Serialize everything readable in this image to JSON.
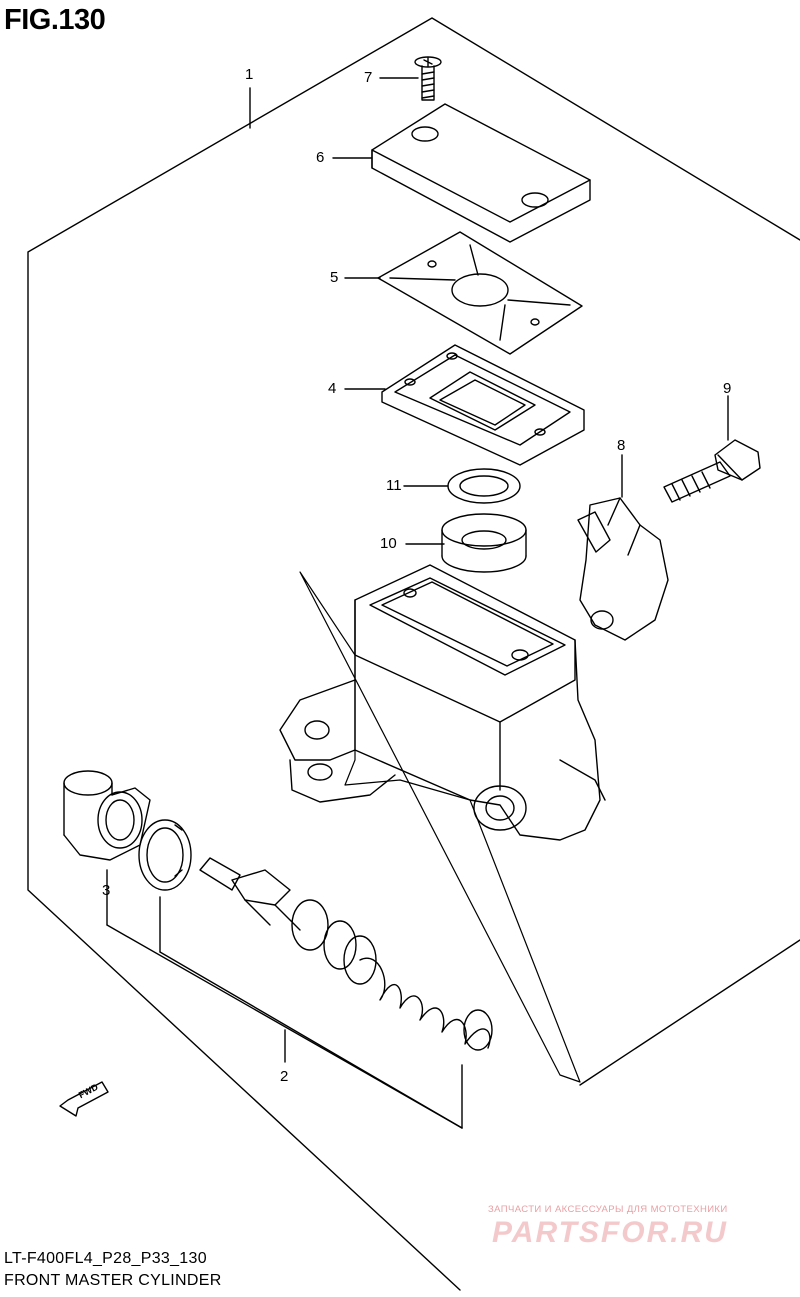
{
  "figure": {
    "title": "FIG.130",
    "model_code": "LT-F400FL4_P28_P33_130",
    "caption": "FRONT MASTER CYLINDER"
  },
  "callouts": [
    {
      "id": "1",
      "label": "1"
    },
    {
      "id": "2",
      "label": "2"
    },
    {
      "id": "3",
      "label": "3"
    },
    {
      "id": "4",
      "label": "4"
    },
    {
      "id": "5",
      "label": "5"
    },
    {
      "id": "6",
      "label": "6"
    },
    {
      "id": "7",
      "label": "7"
    },
    {
      "id": "8",
      "label": "8"
    },
    {
      "id": "9",
      "label": "9"
    },
    {
      "id": "10",
      "label": "10"
    },
    {
      "id": "11",
      "label": "11"
    }
  ],
  "direction_marker": {
    "label": "FWD"
  },
  "watermark": {
    "tagline": "ЗАПЧАСТИ И АКСЕССУАРЫ ДЛЯ МОТОТЕХНИКИ",
    "site": "PARTSFOR.RU"
  },
  "colors": {
    "line": "#000000",
    "watermark_text": "#e9a0a4",
    "watermark_logo": "#f4c9cb"
  }
}
